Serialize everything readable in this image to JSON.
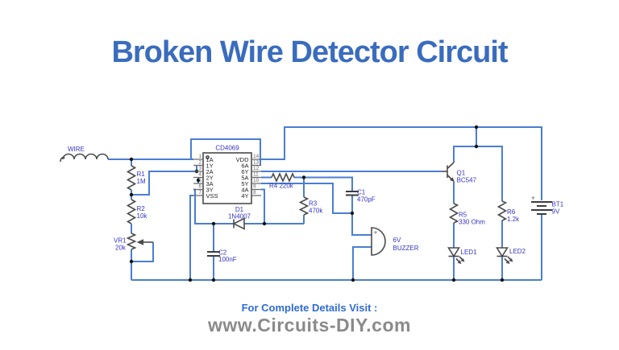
{
  "title": "Broken Wire Detector Circuit",
  "footer": {
    "visit": "For Complete Details Visit :",
    "site": "www.Circuits-DIY.com"
  },
  "colors": {
    "wire_blue": "#4a7ed2",
    "label_blue": "#3434c8",
    "title_blue": "#3a6cbe",
    "footer_blue": "#2e6bd6",
    "footer_gray": "#8a8a8a",
    "symbol_gray": "#4b4b4b"
  },
  "circuit": {
    "ic": {
      "name": "CD4069",
      "left_pins": [
        {
          "num": "1",
          "label": "1A"
        },
        {
          "num": "2",
          "label": "1Y"
        },
        {
          "num": "3",
          "label": "2A"
        },
        {
          "num": "4",
          "label": "2Y"
        },
        {
          "num": "5",
          "label": "3A"
        },
        {
          "num": "6",
          "label": "3Y"
        },
        {
          "num": "7",
          "label": "VSS"
        }
      ],
      "right_pins": [
        {
          "num": "14",
          "label": "VDD"
        },
        {
          "num": "13",
          "label": "6A"
        },
        {
          "num": "12",
          "label": "6Y"
        },
        {
          "num": "11",
          "label": "5A"
        },
        {
          "num": "10",
          "label": "5Y"
        },
        {
          "num": "9",
          "label": "4A"
        },
        {
          "num": "8",
          "label": "4Y"
        }
      ]
    },
    "labels": {
      "wire": "WIRE",
      "r1_ref": "R1",
      "r1_val": "1M",
      "r2_ref": "R2",
      "r2_val": "10k",
      "vr1_ref": "VR1",
      "vr1_val": "20k",
      "r3_ref": "R3",
      "r3_val": "470k",
      "r4": "R4 220k",
      "c1_ref": "C1",
      "c1_val": "470pF",
      "c2_ref": "C2",
      "c2_val": "100nF",
      "d1_ref": "D1",
      "d1_val": "1N4007",
      "q1_ref": "Q1",
      "q1_val": "BC547",
      "r5_ref": "R5",
      "r5_val": "330 Ohm",
      "r6_ref": "R6",
      "r6_val": "1.2k",
      "led1": "LED1",
      "led2": "LED2",
      "buzzer_v": "6V",
      "buzzer": "BUZZER",
      "bt1_ref": "BT1",
      "bt1_val": "9V",
      "plus": "+"
    }
  }
}
